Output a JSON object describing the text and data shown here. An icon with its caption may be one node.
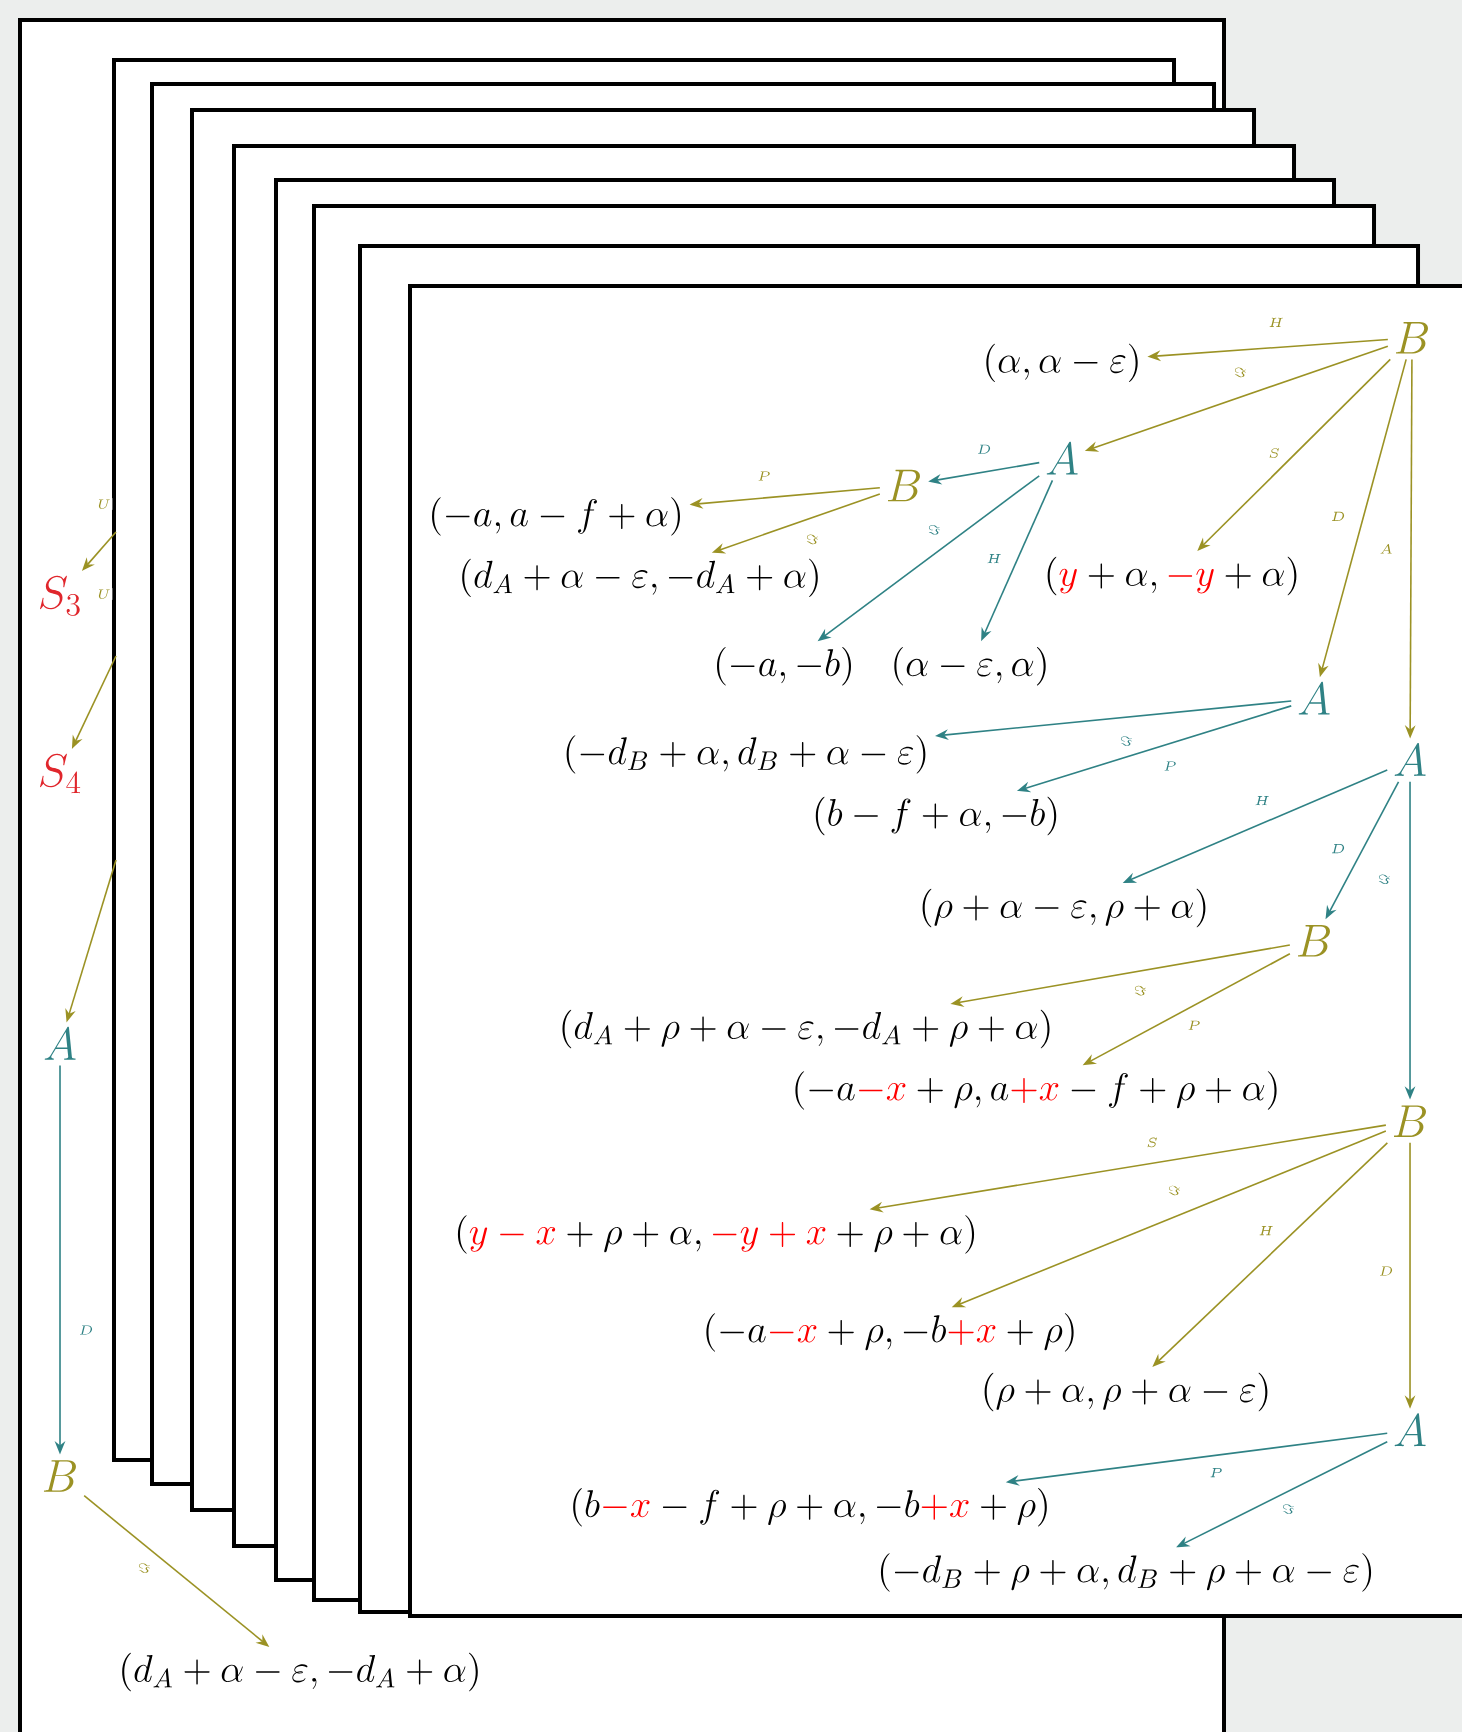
{
  "diagram": {
    "nodes": [
      {
        "text": [
          "B"
        ]
      },
      {
        "text": [
          "(\\alpha,\\alpha-\\varepsilon)"
        ]
      },
      {
        "text": [
          "A"
        ]
      },
      {
        "text": [
          "B"
        ]
      },
      {
        "text": [
          "(-a,a-f+\\alpha)"
        ]
      },
      {
        "text": [
          "(d_A+\\alpha-\\varepsilon,-d_A+\\alpha)"
        ]
      },
      {
        "text": [
          "({\\color{red}y}+\\alpha,{\\color{red}-y}+\\alpha)"
        ]
      },
      {
        "text": [
          "(-a,-b)"
        ]
      },
      {
        "text": [
          "(\\alpha-\\varepsilon,\\alpha)"
        ]
      },
      {
        "text": [
          "A"
        ]
      },
      {
        "text": [
          "(-d_B+\\alpha,d_B+\\alpha-\\varepsilon)"
        ]
      },
      {
        "text": [
          "(b-f+\\alpha,-b)"
        ]
      },
      {
        "text": [
          "A"
        ]
      },
      {
        "text": [
          "(\\rho+\\alpha-\\varepsilon,\\rho+\\alpha)"
        ]
      },
      {
        "text": [
          "B"
        ]
      },
      {
        "text": [
          "(d_A+\\rho+\\alpha-\\varepsilon,-d_A+\\rho+\\alpha)"
        ]
      },
      {
        "text": [
          "(-a{\\color{red}-x}+\\rho,a{\\color{red}+x}-f+\\rho+\\alpha)"
        ]
      },
      {
        "text": [
          "B"
        ]
      },
      {
        "text": [
          "({\\color{red}y-x}+\\rho+\\alpha,{\\color{red}-y+x}+\\rho+\\alpha)"
        ]
      },
      {
        "text": [
          "(-a{\\color{red}-x}+\\rho,-b{\\color{red}+x}+\\rho)"
        ]
      },
      {
        "text": [
          "(\\rho+\\alpha,\\rho+\\alpha-\\varepsilon)"
        ]
      },
      {
        "text": [
          "A"
        ]
      },
      {
        "text": [
          "(b{\\color{red}-x}-f+\\rho+\\alpha,-b{\\color{red}+x}+\\rho)"
        ]
      },
      {
        "text": [
          "(-d_B+\\rho+\\alpha,d_B+\\rho+\\alpha-\\varepsilon)"
        ]
      },
      {
        "text": [
          "S_3"
        ]
      },
      {
        "text": [
          "S_4"
        ]
      },
      {
        "text": [
          "A"
        ]
      },
      {
        "text": [
          "B"
        ]
      },
      {
        "text": [
          "(d_A+\\alpha-\\varepsilon,-d_A+\\alpha)"
        ]
      }
    ],
    "edges": [
      {
        "from": 0,
        "to": 1,
        "arrow": "to",
        "label": "H"
      },
      {
        "from": 0,
        "to": 2,
        "arrow": "to",
        "label": "\\Im"
      },
      {
        "from": 0,
        "to": 6,
        "arrow": "to",
        "label": "S"
      },
      {
        "from": 0,
        "to": 9,
        "arrow": "to",
        "label": "D"
      },
      {
        "from": 0,
        "to": 12,
        "arrow": "to",
        "label": "A"
      },
      {
        "from": 2,
        "to": 3,
        "arrow": "to",
        "label": "D",
        "color": "#2f8285"
      },
      {
        "from": 2,
        "to": 7,
        "arrow": "to",
        "label": "\\Im",
        "color": "#2f8285"
      },
      {
        "from": 2,
        "to": 8,
        "arrow": "to",
        "label": "H",
        "color": "#2f8285"
      },
      {
        "from": 3,
        "to": 4,
        "arrow": "to",
        "label": "P"
      },
      {
        "from": 3,
        "to": 5,
        "arrow": "to",
        "label": "\\Im"
      },
      {
        "from": 9,
        "to": 10,
        "arrow": "to",
        "label": "\\Im",
        "color": "#2f8285"
      },
      {
        "from": 9,
        "to": 11,
        "arrow": "to",
        "label": "P",
        "color": "#2f8285"
      },
      {
        "from": 12,
        "to": 13,
        "arrow": "to",
        "label": "H",
        "color": "#2f8285"
      },
      {
        "from": 12,
        "to": 14,
        "arrow": "to",
        "label": "D",
        "color": "#2f8285"
      },
      {
        "from": 12,
        "to": 17,
        "arrow": "to",
        "label": "\\Im",
        "color": "#2f8285"
      },
      {
        "from": 14,
        "to": 15,
        "arrow": "to",
        "label": "\\Im"
      },
      {
        "from": 14,
        "to": 16,
        "arrow": "to",
        "label": "P"
      },
      {
        "from": 17,
        "to": 18,
        "arrow": "to",
        "label": "S"
      },
      {
        "from": 17,
        "to": 19,
        "arrow": "to",
        "label": "\\Im"
      },
      {
        "from": 17,
        "to": 20,
        "arrow": "to",
        "label": "H"
      },
      {
        "from": 17,
        "to": 21,
        "arrow": "to",
        "label": "D"
      },
      {
        "from": 21,
        "to": 22,
        "arrow": "to",
        "label": "P",
        "color": "#2f8285"
      },
      {
        "from": 21,
        "to": 23,
        "arrow": "to",
        "label": "\\Im",
        "color": "#2f8285"
      },
      {
        "from": null,
        "to": 24,
        "arrow": "to",
        "label": "U"
      },
      {
        "from": null,
        "to": 25,
        "arrow": "to",
        "label": "U"
      },
      {
        "from": null,
        "to": 26,
        "arrow": "to"
      },
      {
        "from": 26,
        "to": 27,
        "arrow": "to",
        "label": "D",
        "color": "#2f8285"
      },
      {
        "from": 27,
        "to": 28,
        "arrow": "to",
        "label": "\\Im"
      }
    ]
  }
}
